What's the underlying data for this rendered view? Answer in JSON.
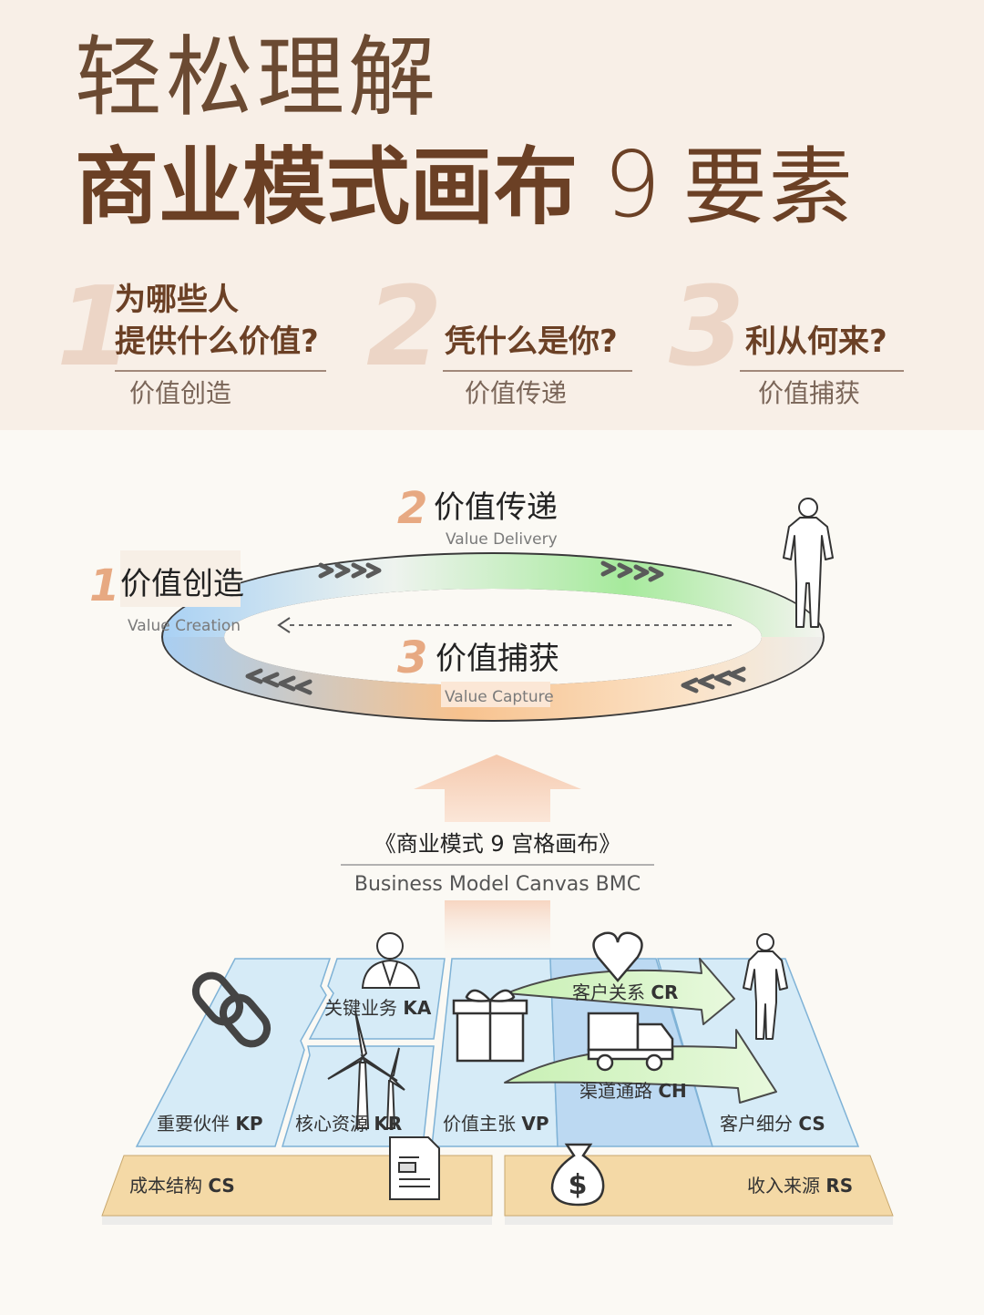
{
  "title": {
    "line1": "轻松理解",
    "line2_main": "商业模式画布",
    "line2_num": "9",
    "line2_suffix": "要素"
  },
  "questions": [
    {
      "num": "1",
      "line1": "为哪些人",
      "line2": "提供什么价值?",
      "sub": "价值创造"
    },
    {
      "num": "2",
      "line1": "",
      "line2": "凭什么是你?",
      "sub": "价值传递"
    },
    {
      "num": "3",
      "line1": "",
      "line2": "利从何来?",
      "sub": "价值捕获"
    }
  ],
  "cycle": {
    "creation": {
      "num": "1",
      "cn": "价值创造",
      "en": "Value Creation"
    },
    "delivery": {
      "num": "2",
      "cn": "价值传递",
      "en": "Value Delivery"
    },
    "capture": {
      "num": "3",
      "cn": "价值捕获",
      "en": "Value Capture"
    }
  },
  "canvas": {
    "title_cn": "《商业模式 9 宫格画布》",
    "title_en": "Business Model Canvas BMC",
    "blocks": {
      "kp": {
        "cn": "重要伙伴",
        "code": "KP"
      },
      "ka": {
        "cn": "关键业务",
        "code": "KA"
      },
      "kr": {
        "cn": "核心资源",
        "code": "KR"
      },
      "vp": {
        "cn": "价值主张",
        "code": "VP"
      },
      "cr": {
        "cn": "客户关系",
        "code": "CR"
      },
      "ch": {
        "cn": "渠道通路",
        "code": "CH"
      },
      "cs_seg": {
        "cn": "客户细分",
        "code": "CS"
      },
      "cost": {
        "cn": "成本结构",
        "code": "CS"
      },
      "rev": {
        "cn": "收入来源",
        "code": "RS"
      }
    }
  },
  "colors": {
    "brown": "#6b4025",
    "accent_orange": "#e4a07a",
    "canvas_blue": "#d6ebf7",
    "canvas_tan": "#f4d9a6",
    "arrow_green": "#d8f4c6"
  }
}
